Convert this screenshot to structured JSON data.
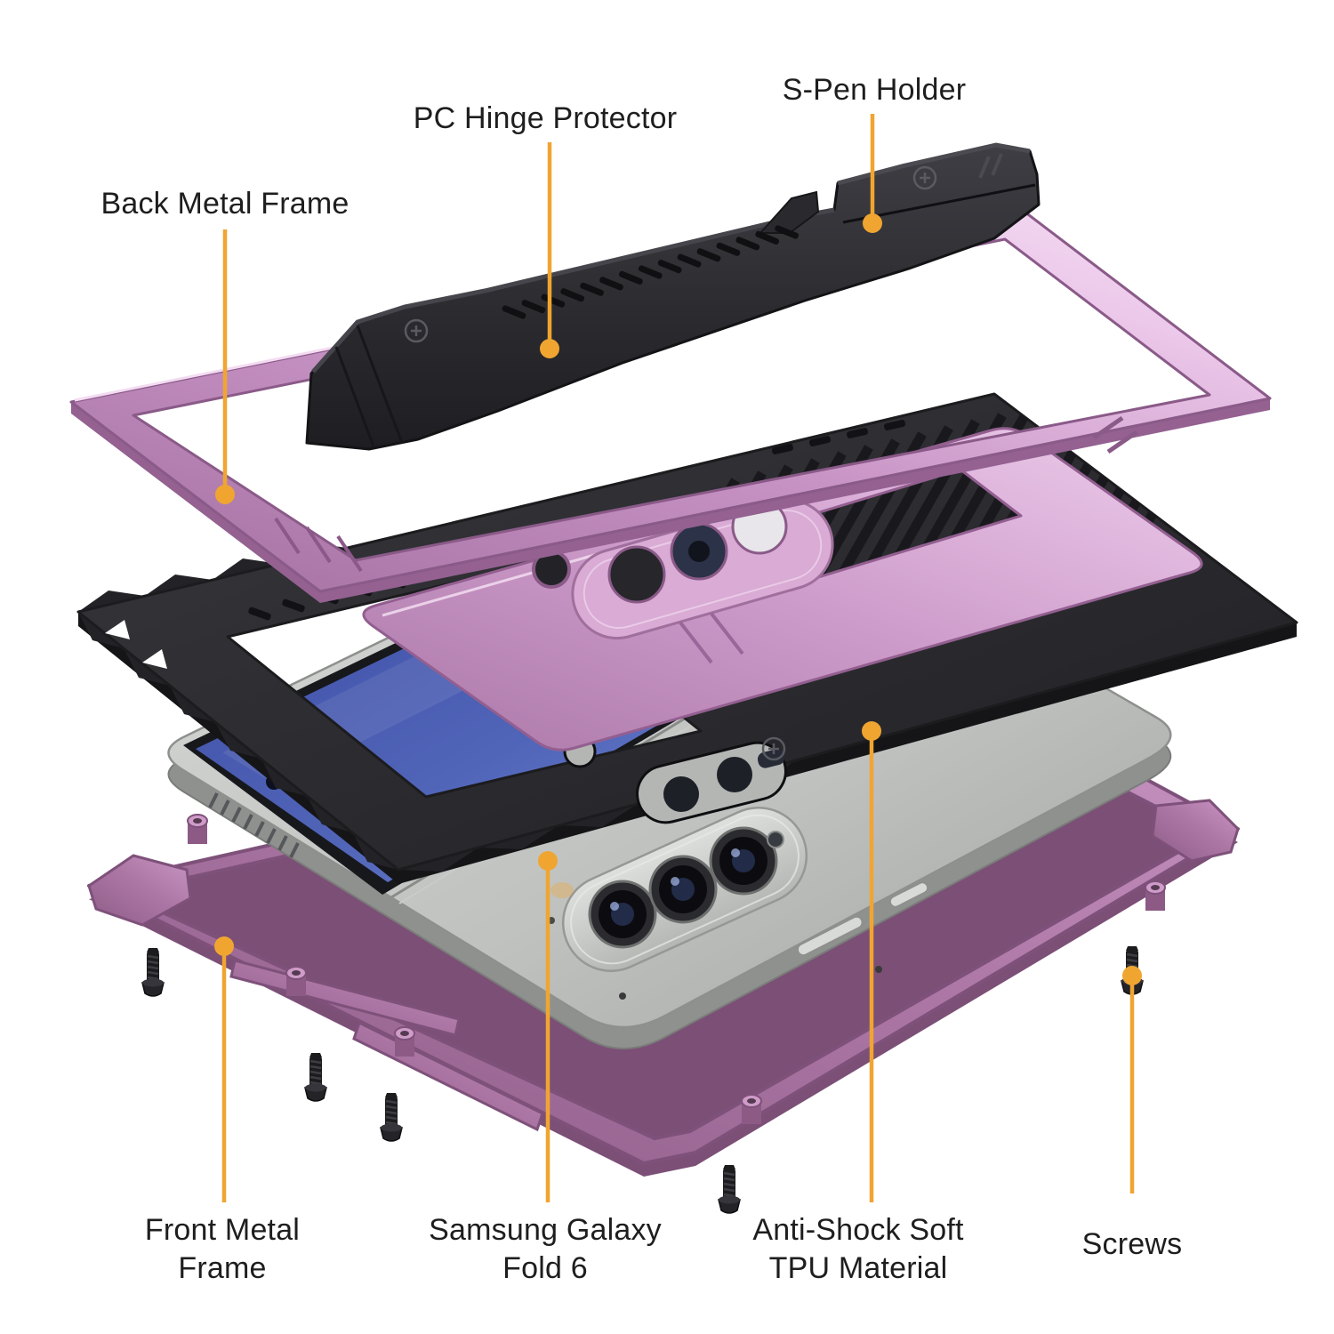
{
  "figure_type": "exploded-view case diagram",
  "labels": {
    "pc_hinge": {
      "text": "PC Hinge Protector"
    },
    "s_pen": {
      "text": "S-Pen Holder"
    },
    "back_frame": {
      "text": "Back Metal Frame"
    },
    "front_frame": {
      "line1": "Front Metal",
      "line2": "Frame"
    },
    "phone": {
      "line1": "Samsung Galaxy",
      "line2": "Fold 6"
    },
    "tpu": {
      "line1": "Anti-Shock Soft",
      "line2": "TPU Material"
    },
    "screws": {
      "text": "Screws"
    }
  },
  "colors": {
    "accent": "#F0A531",
    "labelText": "#1E1E1E",
    "background": "#FFFFFF",
    "framePink": "#CE9BCB",
    "platePink": "#D9ABD5",
    "rimPink": "#AD77A5",
    "caseBlack": "#2C2C30",
    "phoneSilver": "#C7C9C7",
    "screenBlue": "#5064B8",
    "screwBlack": "#1C1C1F"
  }
}
